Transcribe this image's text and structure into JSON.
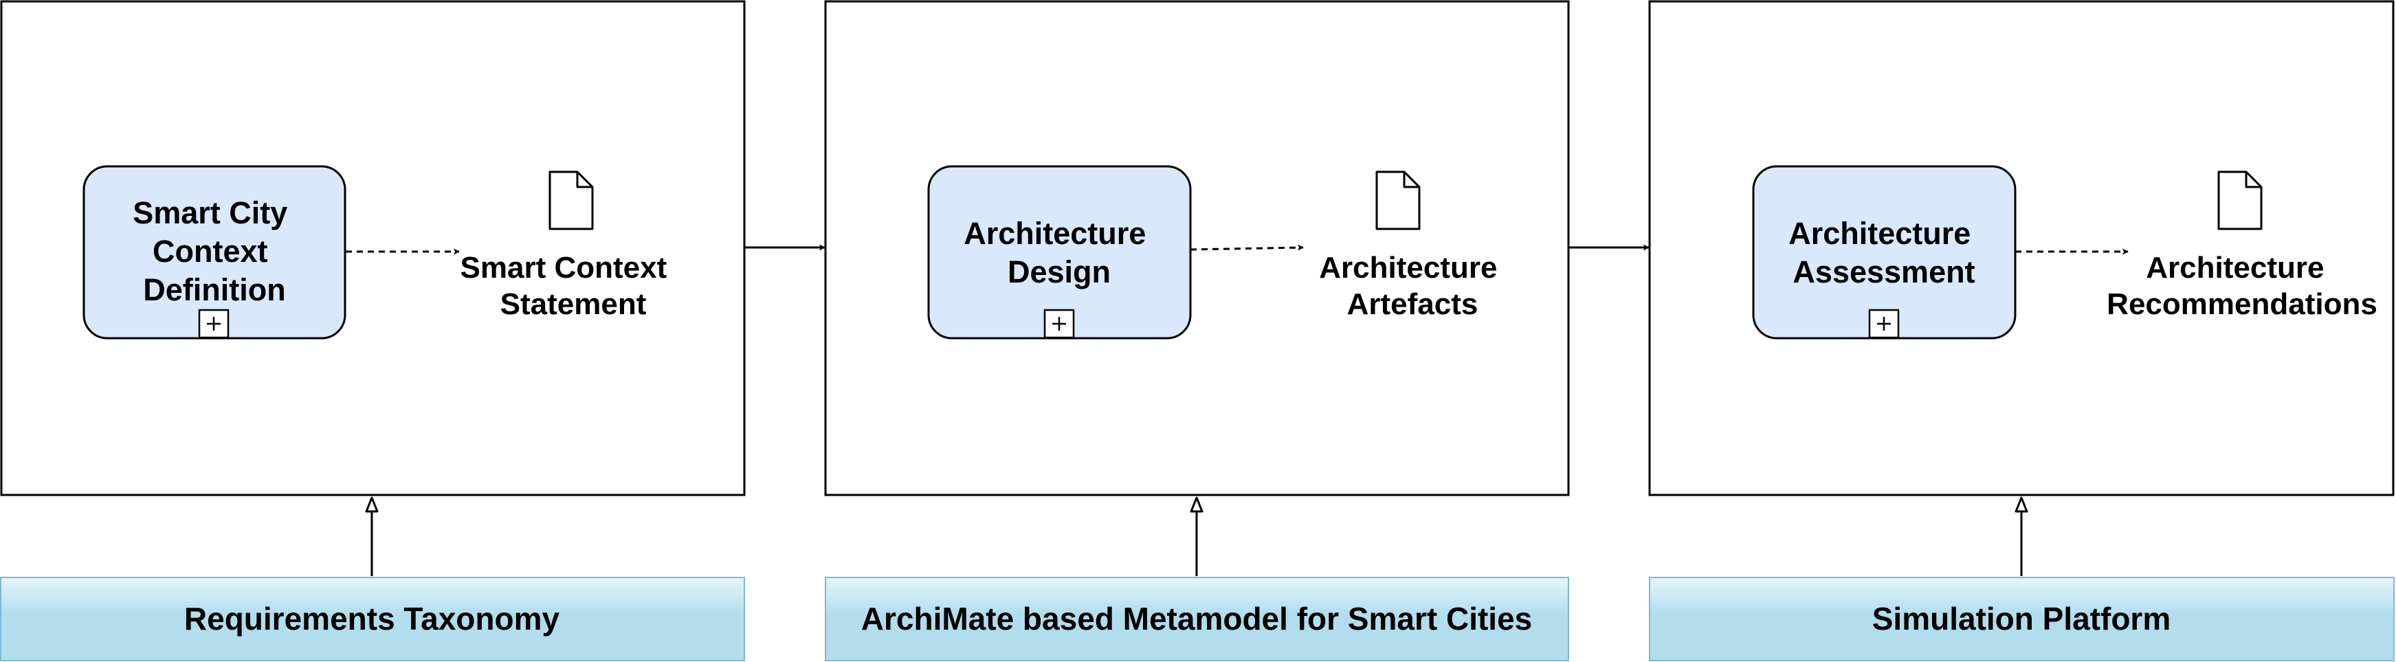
{
  "colors": {
    "task_fill": "#dae8fc",
    "band_top": "#e6f4fa",
    "band_bottom": "#b1dded",
    "band_border": "#7fb8d1",
    "stroke": "#000000",
    "background": "#ffffff"
  },
  "stages": [
    {
      "task": {
        "lines": [
          "Smart City",
          "Context",
          "Definition"
        ]
      },
      "artifact": {
        "lines": [
          "Smart Context",
          "Statement"
        ],
        "icon": "document-icon"
      },
      "support": "Requirements Taxonomy"
    },
    {
      "task": {
        "lines": [
          "Architecture",
          "Design"
        ]
      },
      "artifact": {
        "lines": [
          "Architecture",
          "Artefacts"
        ],
        "icon": "document-icon"
      },
      "support": "ArchiMate based Metamodel for Smart Cities"
    },
    {
      "task": {
        "lines": [
          "Architecture",
          "Assessment"
        ]
      },
      "artifact": {
        "lines": [
          "Architecture",
          "Recommendations"
        ],
        "icon": "document-icon"
      },
      "support": "Simulation Platform"
    }
  ]
}
